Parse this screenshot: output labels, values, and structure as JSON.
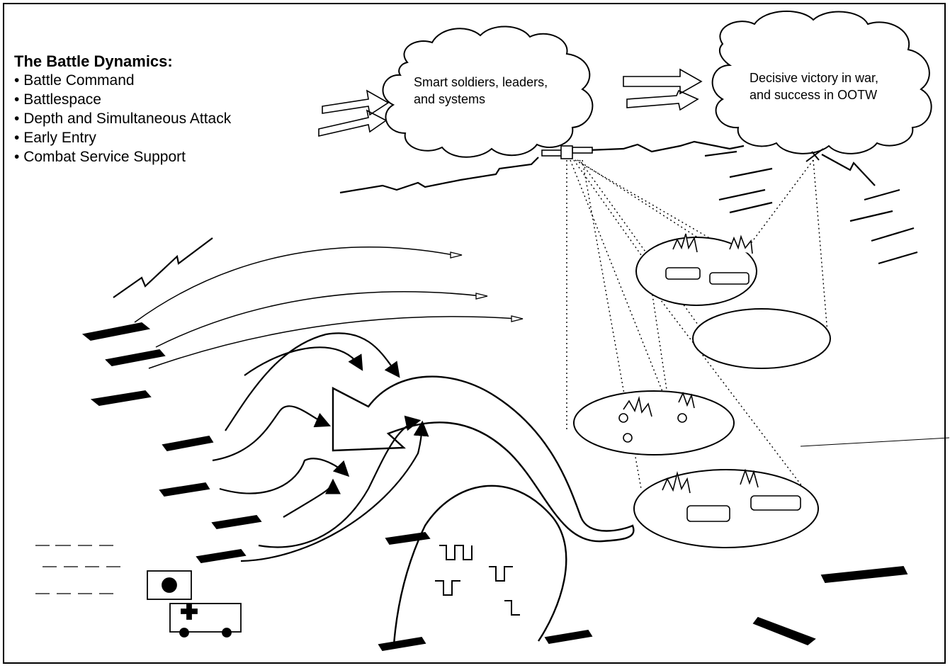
{
  "legend": {
    "title": "The Battle Dynamics:",
    "items": [
      "Battle Command",
      "Battlespace",
      "Depth and Simultaneous Attack",
      "Early Entry",
      "Combat Service Support"
    ]
  },
  "clouds": {
    "first": {
      "line1": "Smart soldiers, leaders,",
      "line2": "and systems"
    },
    "second": {
      "line1": "Decisive victory in war,",
      "line2": "and success in OOTW"
    }
  }
}
